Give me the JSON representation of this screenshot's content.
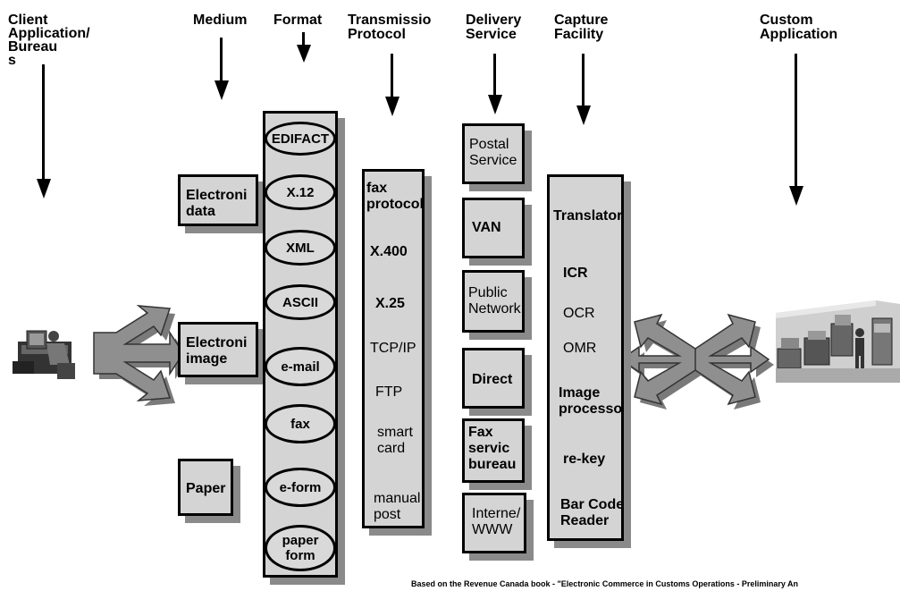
{
  "headers": {
    "client": "Client\nApplication/\nBureau\ns",
    "medium": "Medium",
    "format": "Format",
    "transmission": "Transmissio\nProtocol",
    "delivery": "Delivery\nService",
    "capture": "Capture\nFacility",
    "custom": "Custom\nApplication"
  },
  "medium_items": [
    "Electroni\ndata",
    "Electroni\nimage",
    "Paper"
  ],
  "format_items": [
    "EDIFACT",
    "X.12",
    "XML",
    "ASCII",
    "e-mail",
    "fax",
    "e-form",
    "paper\nform"
  ],
  "transmission_items": [
    "fax\nprotocol",
    "X.400",
    "X.25",
    "TCP/IP",
    "FTP",
    "smart\ncard",
    "manual\npost"
  ],
  "delivery_items": [
    "Postal\nService",
    "VAN",
    "Public\nNetwork",
    "Direct",
    "Fax\nservic\nbureau",
    "Interne/\nWWW"
  ],
  "capture_items": [
    "Translator",
    "ICR",
    "OCR",
    "OMR",
    "Image\nprocesso",
    "re-key",
    "Bar Code\nReader"
  ],
  "footnote": "Based on the Revenue Canada book - \"Electronic Commerce in Customs Operations - Preliminary An"
}
